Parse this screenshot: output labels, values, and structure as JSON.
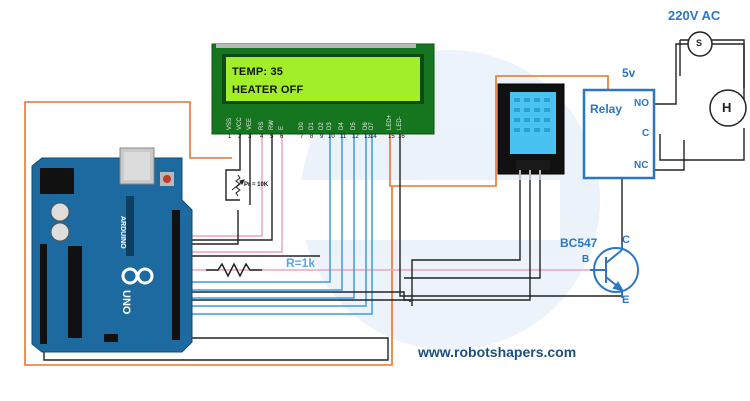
{
  "lcd": {
    "line1": "TEMP: 35",
    "line2": "HEATER OFF",
    "pins": [
      "VSS",
      "VCC",
      "VEE",
      "RS",
      "RW",
      "E",
      "D0",
      "D1",
      "D2",
      "D3",
      "D4",
      "D5",
      "D6",
      "D7",
      "LED+",
      "LED-"
    ],
    "pin_numbers": [
      "1",
      "2",
      "3",
      "4",
      "5",
      "6",
      "7",
      "8",
      "9",
      "10",
      "11",
      "12",
      "13",
      "14",
      "15",
      "16"
    ]
  },
  "pot_label": "Pr = 10K",
  "relay": {
    "title": "Relay",
    "no": "NO",
    "c": "C",
    "nc": "NC"
  },
  "supply_label": "5v",
  "ac_label": "220V AC",
  "source_symbol": "S",
  "heater_symbol": "H",
  "transistor": {
    "name": "BC547",
    "b": "B",
    "c": "C",
    "e": "E"
  },
  "resistor_label": "R=1k",
  "website": "www.robotshapers.com",
  "arduino": {
    "uno": "UNO",
    "brand": "ARDUINO"
  },
  "colors": {
    "orange_wire": "#e8742c",
    "pink_wire": "#f2a2be",
    "blue_wire": "#3a9be0",
    "black_wire": "#222222",
    "lcd_screen": "#a3ee2b",
    "board_blue": "#1c6aa0",
    "label_blue": "#2a77c4"
  }
}
